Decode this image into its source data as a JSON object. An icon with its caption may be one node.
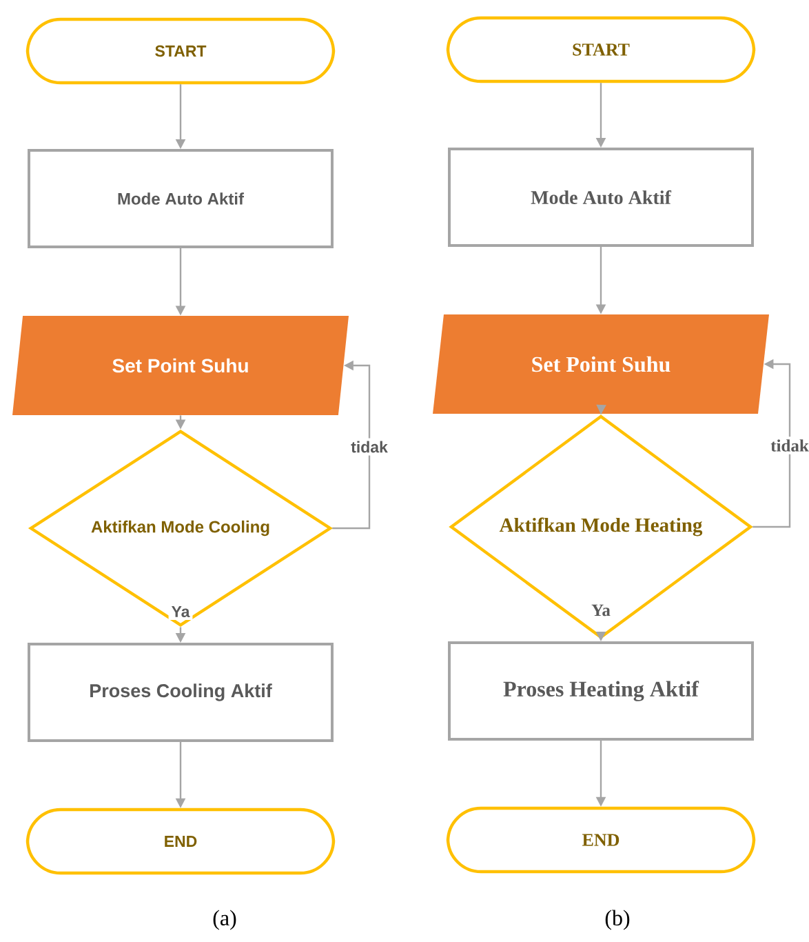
{
  "diagram": {
    "nodes": [
      {
        "text": [
          "START"
        ]
      },
      {
        "text": [
          "Mode Auto Aktif"
        ]
      },
      {
        "text": [
          "Set Point Suhu"
        ]
      },
      {
        "text": [
          "Aktifkan Mode Cooling"
        ]
      },
      {
        "text": [
          "Proses Cooling Aktif"
        ]
      },
      {
        "text": [
          "END"
        ]
      },
      {
        "text": [
          "START"
        ]
      },
      {
        "text": [
          "Mode Auto Aktif"
        ]
      },
      {
        "text": [
          "Set Point Suhu"
        ]
      },
      {
        "text": [
          "Aktifkan Mode Heating"
        ]
      },
      {
        "text": [
          "Proses Heating Aktif"
        ]
      },
      {
        "text": [
          "END"
        ]
      }
    ],
    "edges": [
      {
        "from": 0,
        "to": 1,
        "arrow": "to"
      },
      {
        "from": 1,
        "to": 2,
        "arrow": "to"
      },
      {
        "from": 2,
        "to": 3,
        "arrow": "to"
      },
      {
        "from": 3,
        "to": 4,
        "arrow": "to",
        "label": "Ya"
      },
      {
        "from": 3,
        "to": 2,
        "arrow": "to",
        "label": "tidak"
      },
      {
        "from": 4,
        "to": 5,
        "arrow": "to"
      },
      {
        "from": 6,
        "to": 7,
        "arrow": "to"
      },
      {
        "from": 7,
        "to": 8,
        "arrow": "to"
      },
      {
        "from": 8,
        "to": 9,
        "arrow": "to"
      },
      {
        "from": 9,
        "to": 10,
        "arrow": "to",
        "label": "Ya"
      },
      {
        "from": 9,
        "to": 8,
        "arrow": "to",
        "label": "tidak"
      },
      {
        "from": 10,
        "to": 11,
        "arrow": "to"
      }
    ],
    "labels": [
      "(a)",
      "(b)"
    ]
  }
}
